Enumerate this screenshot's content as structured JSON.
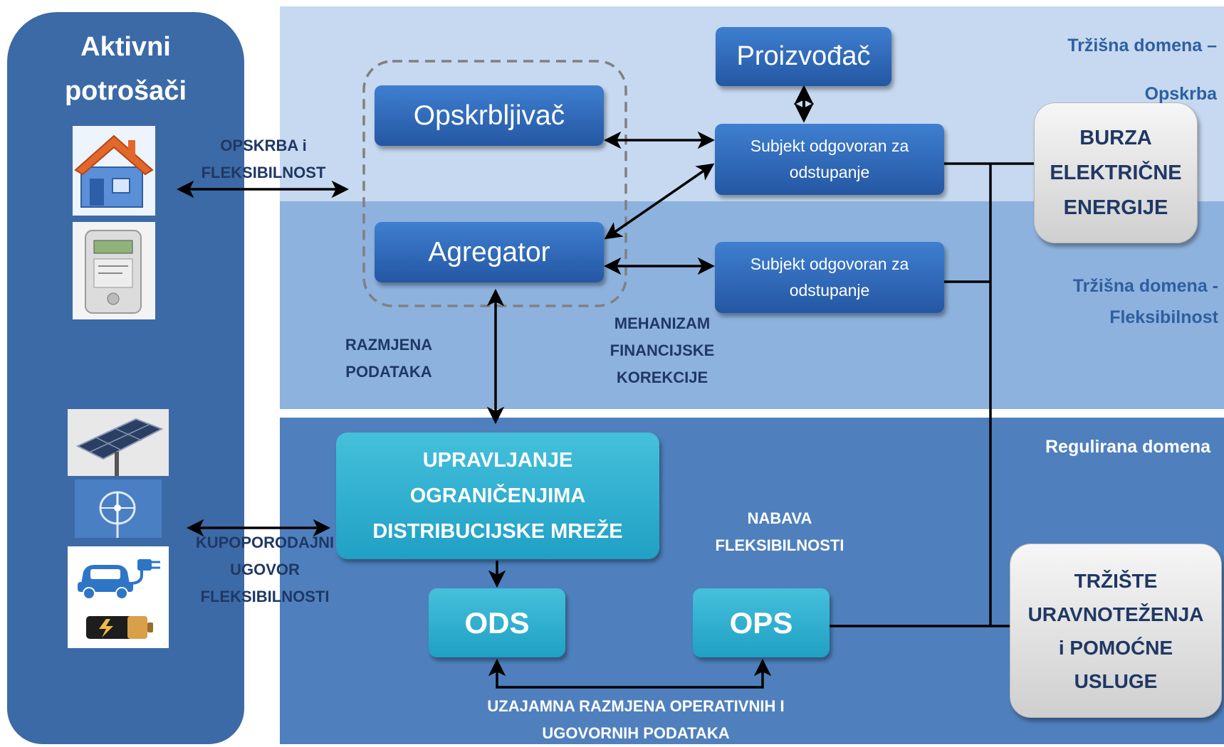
{
  "left_panel": {
    "title_line1": "Aktivni",
    "title_line2": "potrošači"
  },
  "domains": {
    "supply_line1": "Tržišna domena –",
    "supply_line2": "Opskrba",
    "flex_line1": "Tržišna domena -",
    "flex_line2": "Fleksibilnost",
    "regulated": "Regulirana domena"
  },
  "nodes": {
    "producer": "Proizvođač",
    "supplier": "Opskrbljivač",
    "aggregator": "Agregator",
    "brp_top_line1": "Subjekt odgovoran za",
    "brp_top_line2": "odstupanje",
    "brp_bottom_line1": "Subjekt odgovoran za",
    "brp_bottom_line2": "odstupanje",
    "exchange_line1": "BURZA",
    "exchange_line2": "ELEKTRIČNE",
    "exchange_line3": "ENERGIJE",
    "grid_mgmt_line1": "UPRAVLJANJE",
    "grid_mgmt_line2": "OGRANIČENJIMA",
    "grid_mgmt_line3": "DISTRIBUCIJSKE MREŽE",
    "dso": "ODS",
    "tso": "OPS",
    "balancing_line1": "TRŽIŠTE",
    "balancing_line2": "URAVNOTEŽENJA",
    "balancing_line3": "i POMOĆNE",
    "balancing_line4": "USLUGE"
  },
  "edge_labels": {
    "supply_flex_line1": "OPSKRBA i",
    "supply_flex_line2": "FLEKSIBILNOST",
    "data_exchange_line1": "RAZMJENA",
    "data_exchange_line2": "PODATAKA",
    "financial_line1": "MEHANIZAM",
    "financial_line2": "FINANCIJSKE",
    "financial_line3": "KOREKCIJE",
    "contract_line1": "KUPOPORODAJNI",
    "contract_line2": "UGOVOR",
    "contract_line3": "FLEKSIBILNOSTI",
    "procurement_line1": "NABAVA",
    "procurement_line2": "FLEKSIBILNOSTI",
    "mutual_line1": "UZAJAMNA RAZMJENA OPERATIVNIH I",
    "mutual_line2": "UGOVORNIH PODATAKA"
  },
  "icons": [
    "house-icon",
    "smart-meter-icon",
    "solar-panel-icon",
    "wind-turbine-icon",
    "electric-car-icon",
    "battery-icon"
  ],
  "colors": {
    "supply_band": "#c6d9f0",
    "flex_band": "#8eb2de",
    "regulated_band": "#4f80bd",
    "left_panel": "#3c6aa6",
    "node_blue": "#2b63b3",
    "node_cyan": "#2fb0d2",
    "node_grey": "#e2e2e2",
    "label_dark": "#1f3864"
  }
}
